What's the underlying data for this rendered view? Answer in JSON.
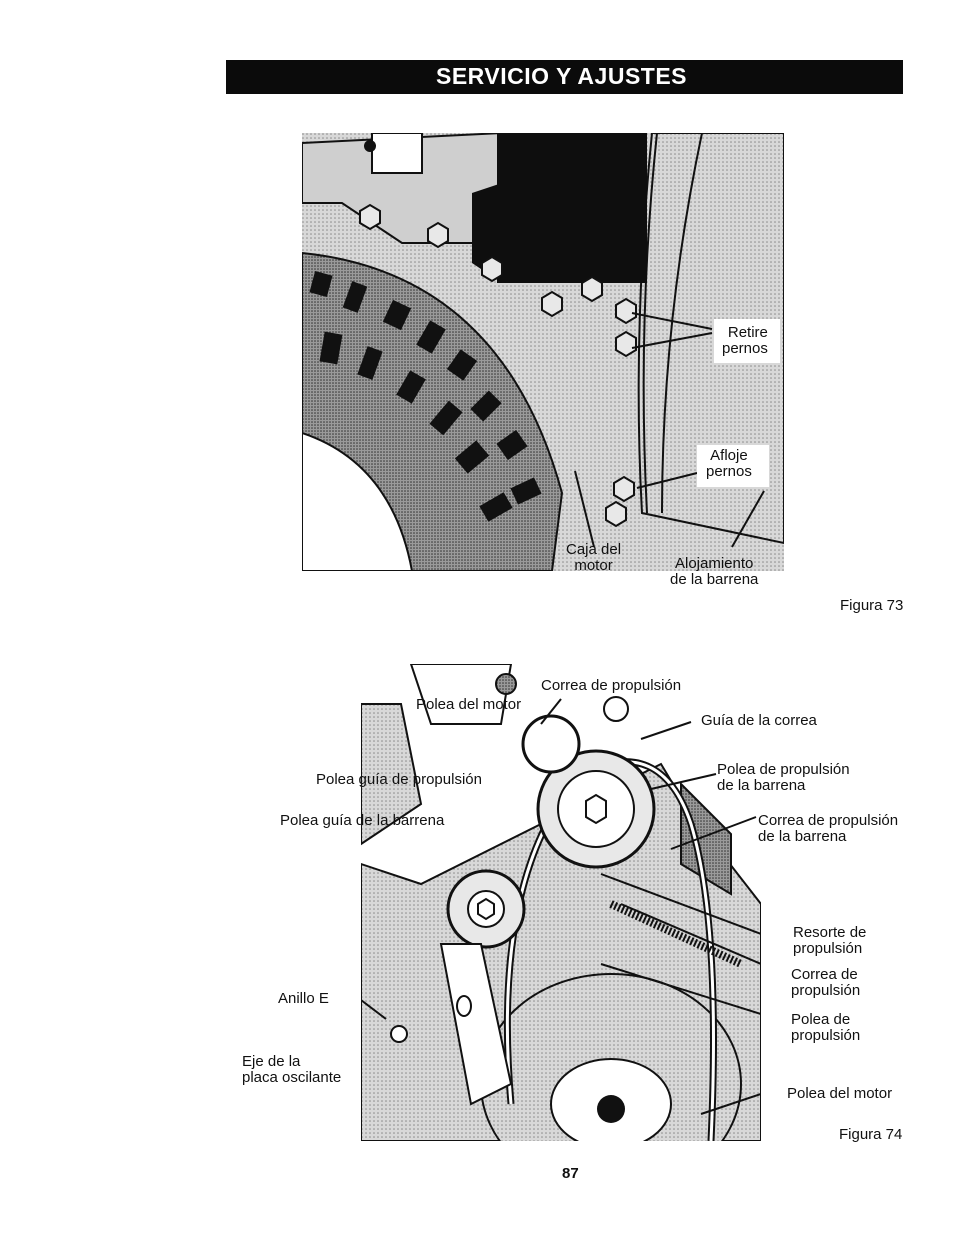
{
  "header": {
    "title": "SERVICIO Y AJUSTES"
  },
  "figure73": {
    "caption": "Figura 73",
    "labels": {
      "retire_1": "Retire",
      "retire_2": "pernos",
      "afloje_1": "Afloje",
      "afloje_2": "pernos",
      "caja_1": "Caja del",
      "caja_2": "motor",
      "aloj_1": "Alojamiento",
      "aloj_2": "de la barrena"
    }
  },
  "figure74": {
    "caption": "Figura 74",
    "labels": {
      "correa_prop": "Correa de propulsión",
      "polea_motor_top": "Polea del motor",
      "guia_correa": "Guía de la correa",
      "polea_guia_prop": "Polea guía de propulsión",
      "polea_prop_barr_1": "Polea de propulsión",
      "polea_prop_barr_2": "de la barrena",
      "polea_guia_barr": "Polea guía de la barrena",
      "correa_prop_barr_1": "Correa de propulsión",
      "correa_prop_barr_2": "de la barrena",
      "resorte_1": "Resorte de",
      "resorte_2": "propulsión",
      "correa_de_1": "Correa de",
      "correa_de_2": "propulsión",
      "polea_de_1": "Polea de",
      "polea_de_2": "propulsión",
      "anillo": "Anillo E",
      "eje_1": "Eje de la",
      "eje_2": "placa oscilante",
      "polea_motor_bottom": "Polea del motor"
    }
  },
  "page_number": "87"
}
